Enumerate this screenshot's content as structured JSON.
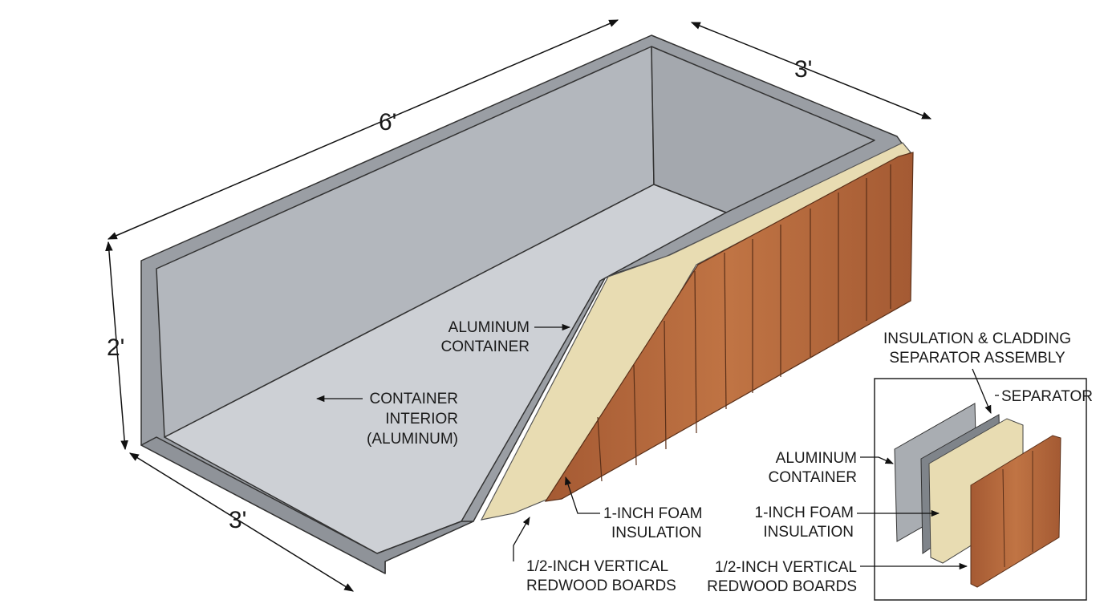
{
  "dimensions": {
    "length": "6'",
    "width_back": "3'",
    "height": "2'",
    "width_front": "3'"
  },
  "labels": {
    "aluminum_container": [
      "ALUMINUM",
      "CONTAINER"
    ],
    "container_interior": [
      "CONTAINER",
      "INTERIOR",
      "(ALUMINUM)"
    ],
    "foam": [
      "1-INCH FOAM",
      "INSULATION"
    ],
    "redwood": [
      "1/2-INCH VERTICAL",
      "REDWOOD BOARDS"
    ]
  },
  "inset": {
    "title": [
      "INSULATION & CLADDING",
      "SEPARATOR ASSEMBLY"
    ],
    "separator": "SEPARATOR",
    "aluminum_container": [
      "ALUMINUM",
      "CONTAINER"
    ],
    "foam": [
      "1-INCH FOAM",
      "INSULATION"
    ],
    "redwood": [
      "1/2-INCH VERTICAL",
      "REDWOOD BOARDS"
    ]
  },
  "colors": {
    "aluminum": "#a9adb2",
    "interior": "#c9ccd1",
    "foam": "#e8dcb2",
    "redwood": "#b0643a"
  }
}
